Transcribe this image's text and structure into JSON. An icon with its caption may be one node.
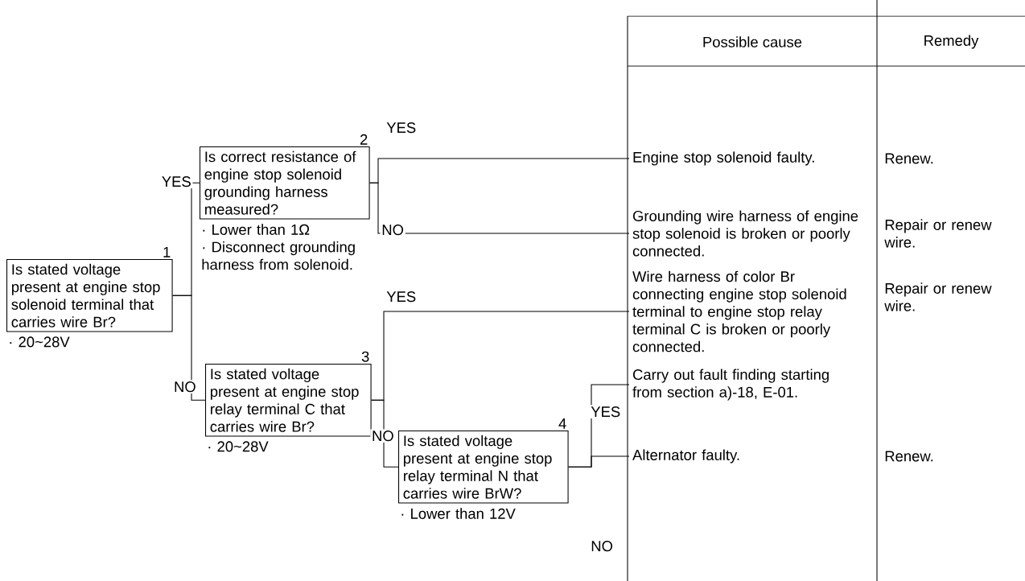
{
  "diagram": {
    "nodes": [
      {
        "text": [
          "1",
          "Is stated voltage present at engine stop solenoid terminal that carries wire Br?"
        ],
        "beside": [
          "· 20~28V"
        ]
      },
      {
        "text": [
          "2",
          "Is correct resistance of engine stop solenoid grounding harness measured?"
        ],
        "beside": [
          "· Lower than 1Ω",
          "· Disconnect grounding harness from solenoid."
        ]
      },
      {
        "text": [
          "3",
          "Is stated voltage present at engine stop relay terminal C that carries wire Br?"
        ],
        "beside": [
          "· 20~28V"
        ]
      },
      {
        "text": [
          "4",
          "Is stated voltage present at engine stop relay terminal N that carries wire BrW?"
        ],
        "beside": [
          "· Lower than 12V"
        ]
      },
      {
        "text": [
          "Engine stop solenoid faulty."
        ]
      },
      {
        "text": [
          "Grounding wire harness of engine stop solenoid is broken or poorly connected."
        ]
      },
      {
        "text": [
          "Wire harness of color Br connecting engine stop solenoid terminal to engine stop relay terminal C is broken or poorly connected."
        ]
      },
      {
        "text": [
          "Carry out fault finding starting from section a)-18, E-01."
        ]
      },
      {
        "text": [
          "Alternator faulty."
        ]
      }
    ],
    "edges": [
      {
        "from": 0,
        "to": 1,
        "arrow": "none",
        "label": "YES"
      },
      {
        "from": 0,
        "to": 2,
        "arrow": "none",
        "label": "NO"
      },
      {
        "from": 1,
        "to": 4,
        "arrow": "none",
        "label": "YES"
      },
      {
        "from": 1,
        "to": 5,
        "arrow": "none",
        "label": "NO"
      },
      {
        "from": 2,
        "to": 6,
        "arrow": "none",
        "label": "YES"
      },
      {
        "from": 2,
        "to": 3,
        "arrow": "none",
        "label": "NO"
      },
      {
        "from": 3,
        "to": 7,
        "arrow": "none",
        "label": "YES"
      },
      {
        "from": 3,
        "to": 8,
        "arrow": "none",
        "label": "NO"
      }
    ],
    "labels": [
      "Possible cause",
      "Remedy",
      "Renew.",
      "Repair or renew wire.",
      "Repair or renew wire.",
      "Renew."
    ]
  }
}
